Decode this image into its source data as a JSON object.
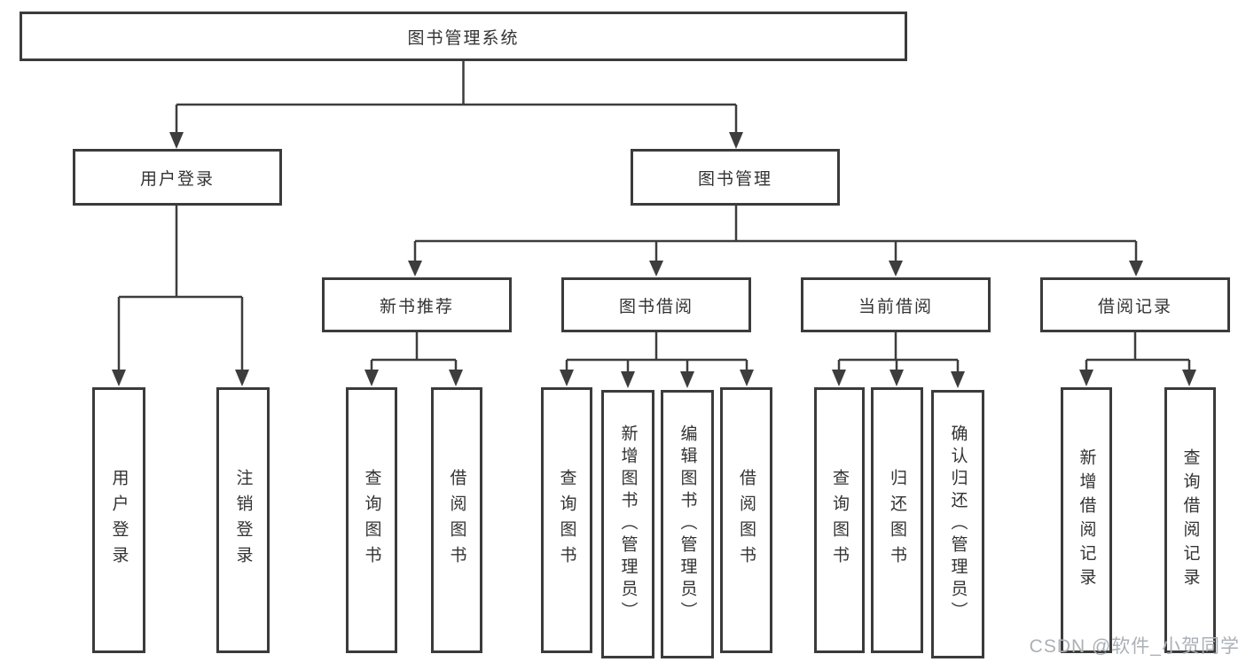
{
  "diagram": {
    "type": "hierarchy-tree",
    "colors": {
      "line": "#3d3d3d",
      "box_border": "#3b3b3b",
      "box_fill": "#ffffff",
      "text": "#333333",
      "watermark_text": "#aab0b6"
    },
    "watermark": "CSDN @软件_小贺同学"
  },
  "tree": {
    "label": "图书管理系统",
    "children": [
      {
        "label": "用户登录",
        "children": [
          {
            "label": "用户登录"
          },
          {
            "label": "注销登录"
          }
        ]
      },
      {
        "label": "图书管理",
        "children": [
          {
            "label": "新书推荐",
            "children": [
              {
                "label": "查询图书"
              },
              {
                "label": "借阅图书"
              }
            ]
          },
          {
            "label": "图书借阅",
            "children": [
              {
                "label": "查询图书"
              },
              {
                "label": "新增图书（管理员）"
              },
              {
                "label": "编辑图书（管理员）"
              },
              {
                "label": "借阅图书"
              }
            ]
          },
          {
            "label": "当前借阅",
            "children": [
              {
                "label": "查询图书"
              },
              {
                "label": "归还图书"
              },
              {
                "label": "确认归还（管理员）"
              }
            ]
          },
          {
            "label": "借阅记录",
            "children": [
              {
                "label": "新增借阅记录"
              },
              {
                "label": "查询借阅记录"
              }
            ]
          }
        ]
      }
    ]
  }
}
